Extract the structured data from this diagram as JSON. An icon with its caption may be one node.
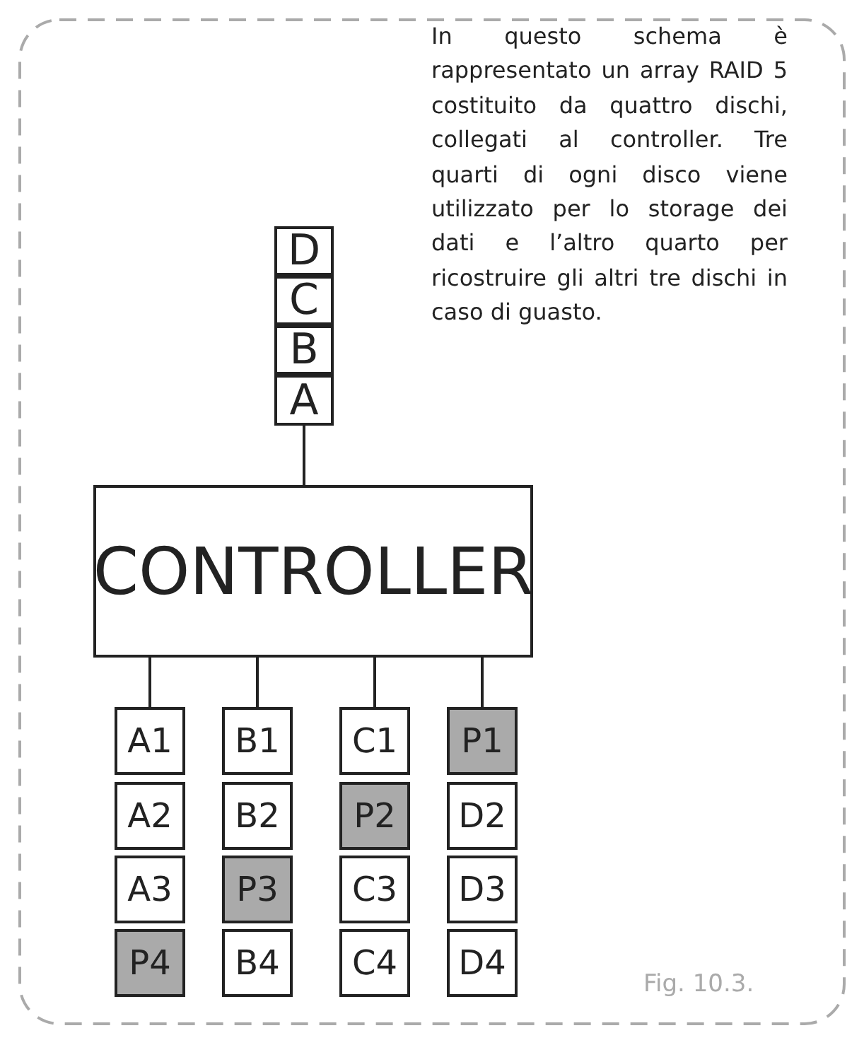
{
  "diagram": {
    "nodes": [
      {
        "text": [
          "D"
        ]
      },
      {
        "text": [
          "C"
        ]
      },
      {
        "text": [
          "B"
        ]
      },
      {
        "text": [
          "A"
        ]
      },
      {
        "text": [
          "CONTROLLER"
        ]
      },
      {
        "text": [
          "A1"
        ]
      },
      {
        "text": [
          "B1"
        ]
      },
      {
        "text": [
          "C1"
        ]
      },
      {
        "text": [
          "P1"
        ]
      },
      {
        "text": [
          "A2"
        ]
      },
      {
        "text": [
          "B2"
        ]
      },
      {
        "text": [
          "P2"
        ]
      },
      {
        "text": [
          "D2"
        ]
      },
      {
        "text": [
          "A3"
        ]
      },
      {
        "text": [
          "P3"
        ]
      },
      {
        "text": [
          "C3"
        ]
      },
      {
        "text": [
          "D3"
        ]
      },
      {
        "text": [
          "P4"
        ]
      },
      {
        "text": [
          "B4"
        ]
      },
      {
        "text": [
          "C4"
        ]
      },
      {
        "text": [
          "D4"
        ]
      }
    ],
    "edges": [
      {
        "from": 3,
        "to": 4,
        "arrow": "none"
      },
      {
        "from": 4,
        "to": 5,
        "arrow": "none"
      },
      {
        "from": 4,
        "to": 6,
        "arrow": "none"
      },
      {
        "from": 4,
        "to": 7,
        "arrow": "none"
      },
      {
        "from": 4,
        "to": 8,
        "arrow": "none"
      }
    ],
    "labels": [
      "In questo schema è rappresentato un array RAID 5 costituito da quattro dischi, collegati al controller. Tre quarti di ogni disco viene utilizzato per lo storage dei dati e l’altro quarto per ricostruire gli altri tre dischi in caso di guasto.",
      "Fig. 10.3."
    ]
  }
}
